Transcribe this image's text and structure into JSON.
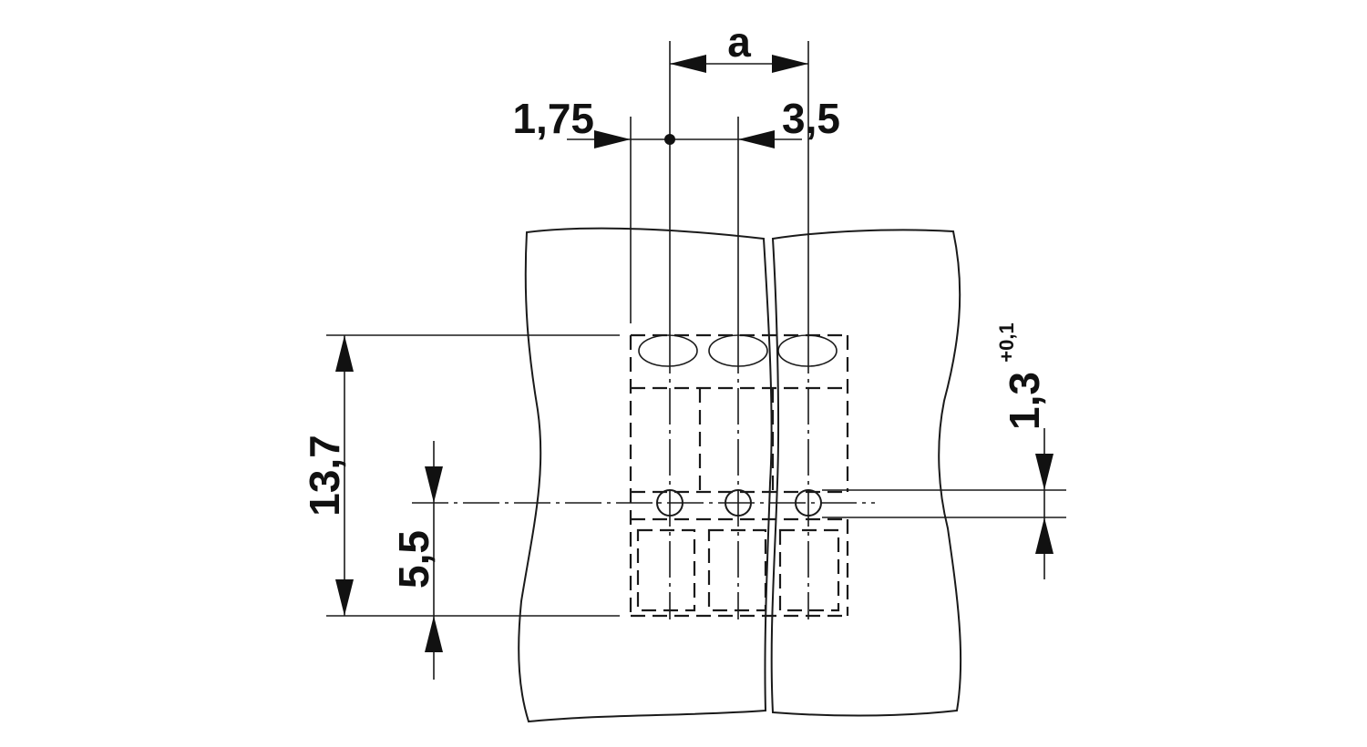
{
  "labels": {
    "dim_a": "a",
    "dim_1_75": "1,75",
    "dim_3_5": "3,5",
    "dim_13_7": "13,7",
    "dim_5_5": "5,5",
    "dim_1_3": "1,3",
    "dim_1_3_tolerance": "+0,1"
  },
  "colors": {
    "line": "#1a1a1a",
    "background": "#ffffff"
  }
}
